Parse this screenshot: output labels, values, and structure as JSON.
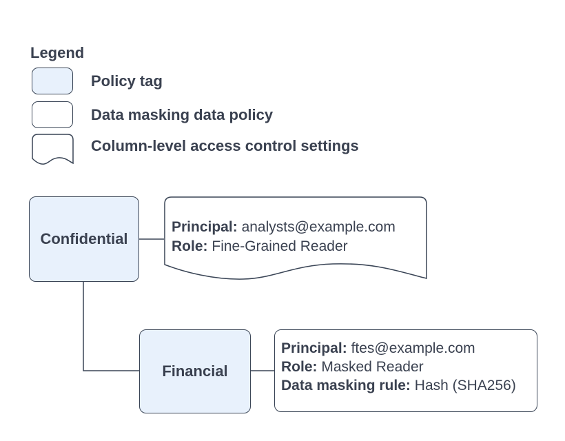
{
  "colors": {
    "node_fill": "#e8f1fc",
    "stroke": "#3a4556",
    "text": "#3a4150",
    "background": "#ffffff"
  },
  "legend": {
    "title": "Legend",
    "items": [
      {
        "shape": "policy-tag-swatch",
        "label": "Policy tag"
      },
      {
        "shape": "data-policy-swatch",
        "label": "Data masking data policy"
      },
      {
        "shape": "access-control-swatch",
        "label": "Column-level access control settings"
      }
    ]
  },
  "diagram": {
    "nodes": [
      {
        "id": "confidential",
        "label": "Confidential"
      },
      {
        "id": "financial",
        "label": "Financial"
      }
    ],
    "confidential_policy": {
      "lines": [
        {
          "label": "Principal:",
          "value": "analysts@example.com"
        },
        {
          "label": "Role:",
          "value": "Fine-Grained Reader"
        }
      ]
    },
    "financial_policy": {
      "lines": [
        {
          "label": "Principal:",
          "value": "ftes@example.com"
        },
        {
          "label": "Role:",
          "value": "Masked Reader"
        },
        {
          "label": "Data masking rule:",
          "value": "Hash (SHA256)"
        }
      ]
    }
  }
}
